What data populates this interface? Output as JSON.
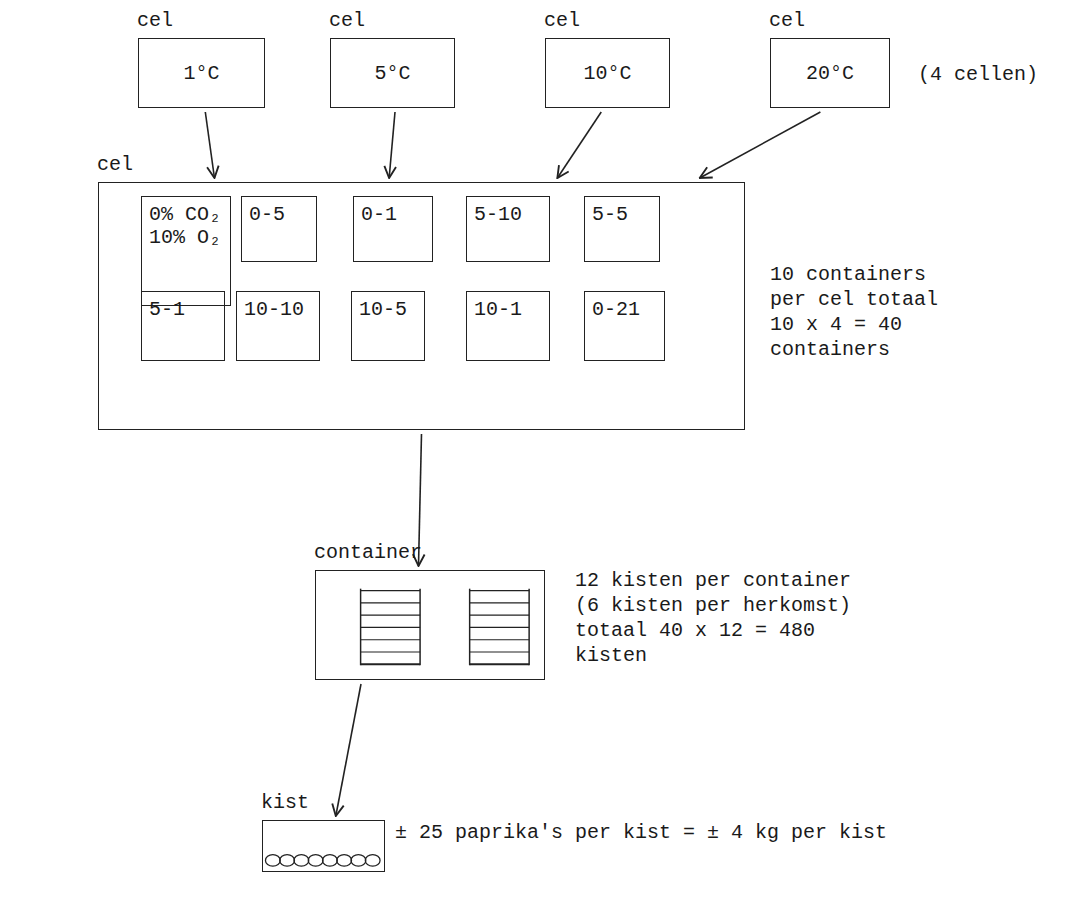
{
  "diagram": {
    "nodes": [
      {
        "text": [
          "cel",
          "1°C"
        ]
      },
      {
        "text": [
          "cel",
          "5°C"
        ]
      },
      {
        "text": [
          "cel",
          "10°C"
        ]
      },
      {
        "text": [
          "cel",
          "20°C"
        ]
      },
      {
        "text": [
          "cel"
        ]
      },
      {
        "text": [
          "0% CO₂ 10% O₂"
        ],
        "in": 4
      },
      {
        "text": [
          "0-5"
        ],
        "in": 4
      },
      {
        "text": [
          "0-1"
        ],
        "in": 4
      },
      {
        "text": [
          "5-10"
        ],
        "in": 4
      },
      {
        "text": [
          "5-5"
        ],
        "in": 4
      },
      {
        "text": [
          "5-1"
        ],
        "in": 4
      },
      {
        "text": [
          "10-10"
        ],
        "in": 4
      },
      {
        "text": [
          "10-5"
        ],
        "in": 4
      },
      {
        "text": [
          "10-1"
        ],
        "in": 4
      },
      {
        "text": [
          "0-21"
        ],
        "in": 4
      },
      {
        "text": [
          "container"
        ]
      },
      {
        "text": [
          "kist"
        ]
      }
    ],
    "edges": [
      {
        "from": 0,
        "to": 4,
        "arrow": "to"
      },
      {
        "from": 1,
        "to": 4,
        "arrow": "to"
      },
      {
        "from": 2,
        "to": 4,
        "arrow": "to"
      },
      {
        "from": 3,
        "to": 4,
        "arrow": "to"
      },
      {
        "from": 4,
        "to": 15,
        "arrow": "to"
      },
      {
        "from": 15,
        "to": 16,
        "arrow": "to"
      }
    ],
    "labels": [
      "(4 cellen)",
      "10 containers per cel totaal 10 x 4 = 40 containers",
      "12 kisten per container (6 kisten per herkomst) totaal 40 x 12 = 480 kisten",
      "± 25 paprika's per kist = ± 4 kg per kist"
    ]
  }
}
